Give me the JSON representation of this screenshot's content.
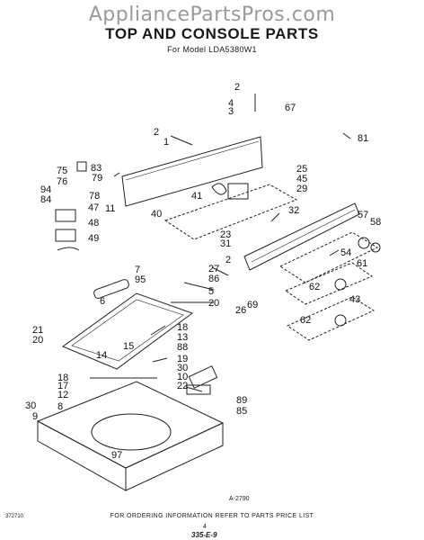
{
  "watermark": "AppliancePartsPros.com",
  "title": "TOP AND CONSOLE PARTS",
  "subtitle": "For Model LDA5380W1",
  "figure_number": "A-2790",
  "footer_note": "FOR ORDERING INFORMATION REFER TO PARTS PRICE LIST",
  "doc_number": "372710",
  "page_number": "4",
  "stamp": "335-E-9",
  "callouts": [
    "2",
    "2",
    "4",
    "3",
    "67",
    "81",
    "1",
    "75",
    "83",
    "76",
    "79",
    "94",
    "78",
    "84",
    "47",
    "48",
    "49",
    "11",
    "40",
    "41",
    "25",
    "45",
    "29",
    "23",
    "32",
    "31",
    "57",
    "58",
    "2",
    "54",
    "61",
    "27",
    "86",
    "62",
    "5",
    "20",
    "43",
    "26",
    "69",
    "62",
    "7",
    "95",
    "6",
    "21",
    "20",
    "18",
    "13",
    "88",
    "15",
    "19",
    "18",
    "14",
    "30",
    "17",
    "10",
    "12",
    "22",
    "30",
    "8",
    "89",
    "85",
    "9",
    "97"
  ]
}
